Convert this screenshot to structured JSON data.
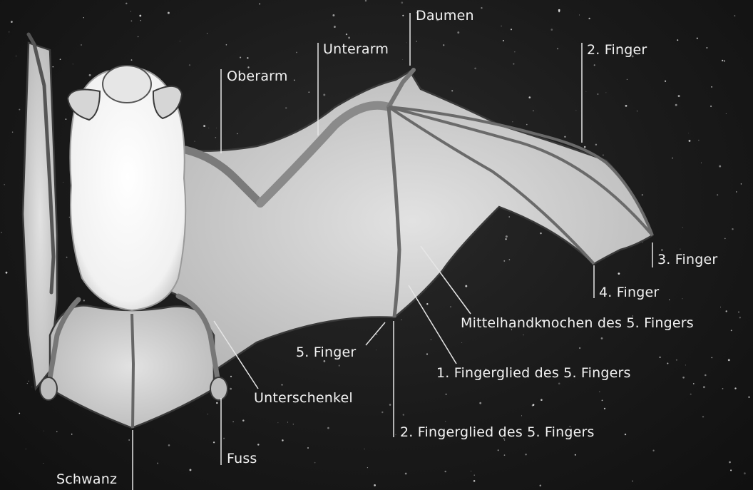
{
  "labels": {
    "daumen": "Daumen",
    "unterarm": "Unterarm",
    "oberarm": "Oberarm",
    "finger2": "2. Finger",
    "finger3": "3. Finger",
    "finger4": "4. Finger",
    "mittelhand5": "Mittelhandknochen des 5. Fingers",
    "finger5": "5. Finger",
    "fingerglied1": "1. Fingerglied des 5. Fingers",
    "unterschenkel": "Unterschenkel",
    "fingerglied2": "2. Fingerglied des 5. Fingers",
    "fuss": "Fuss",
    "schwanz": "Schwanz"
  },
  "colors": {
    "background": "#1a1a1a",
    "membrane": "#cfcfcf",
    "body_fur": "#f4f4f4",
    "outline": "#3a3a3a",
    "label_text": "#f2f2f2",
    "leader_line": "#e6e6e6"
  }
}
